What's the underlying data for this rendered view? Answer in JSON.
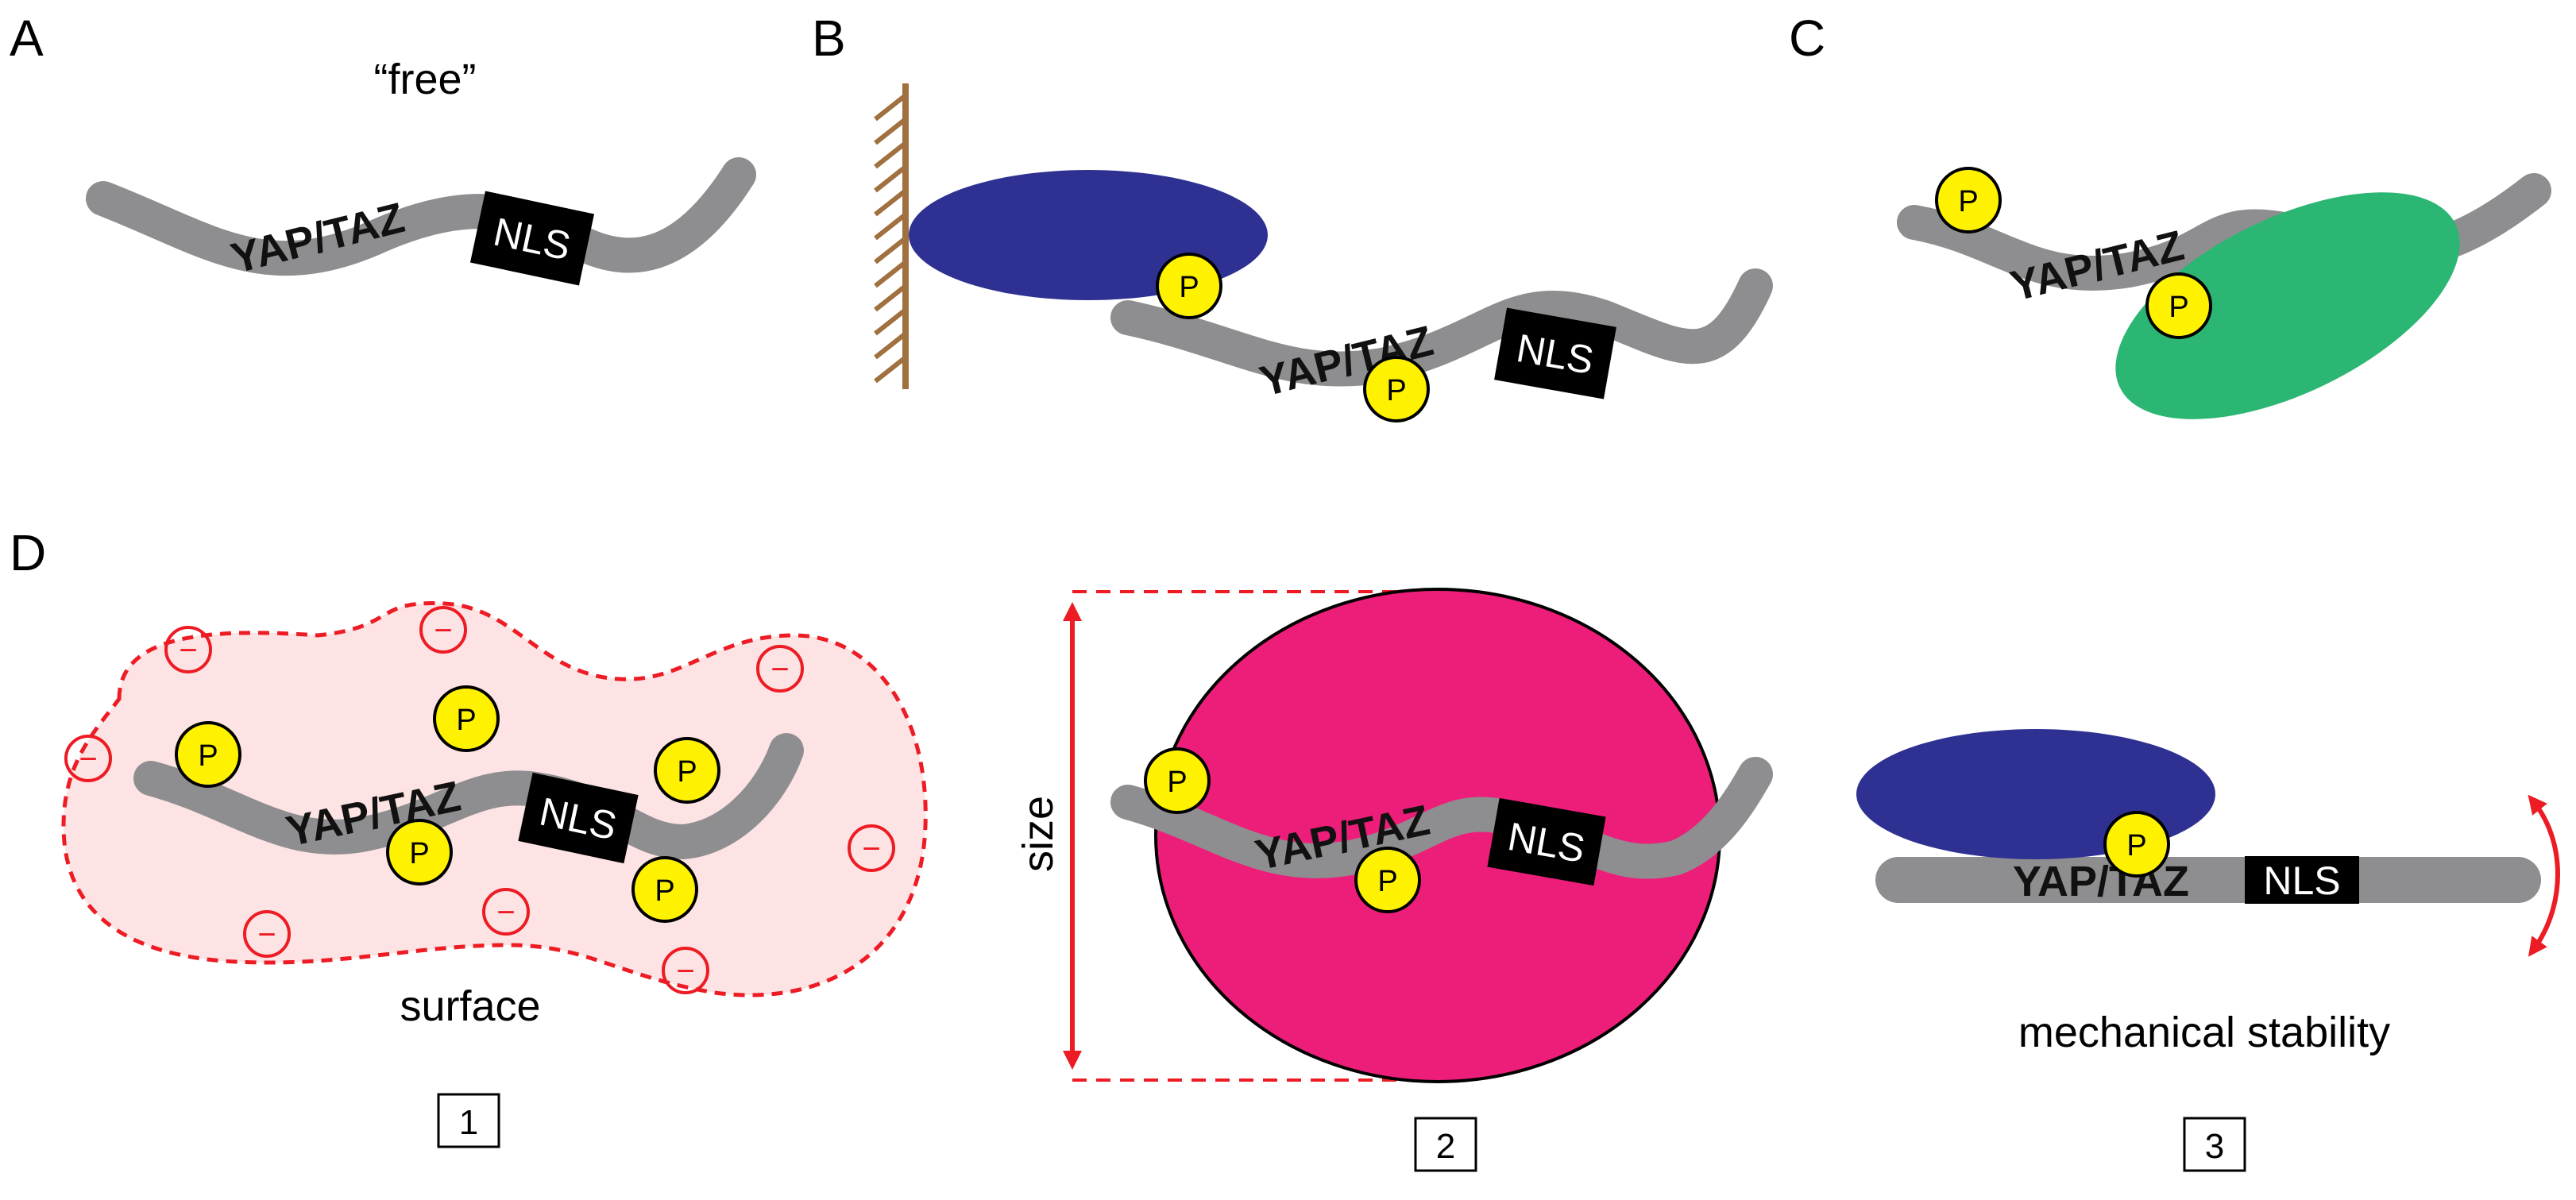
{
  "panels": {
    "A": {
      "letter": "A",
      "caption": "“free”"
    },
    "B": {
      "letter": "B"
    },
    "C": {
      "letter": "C"
    },
    "D": {
      "letter": "D",
      "item1": {
        "caption": "surface",
        "number": "1"
      },
      "item2": {
        "caption": "size",
        "number": "2"
      },
      "item3": {
        "caption": "mechanical stability",
        "number": "3"
      }
    }
  },
  "labels": {
    "protein": "YAP/TAZ",
    "nls": "NLS",
    "phospho": "P",
    "negative_charge": "−"
  },
  "colors": {
    "protein": "#8e8e90",
    "nls_box": "#000000",
    "phospho_fill": "#fff200",
    "binding_partner_blue": "#2e3192",
    "binding_partner_green": "#2bb673",
    "size_partner_magenta": "#ed1e79",
    "surface_cloud": "#fde3e3",
    "charge_red": "#ed1c24",
    "anchor_brown": "#a0703e",
    "arrow_red": "#ed1c24"
  }
}
